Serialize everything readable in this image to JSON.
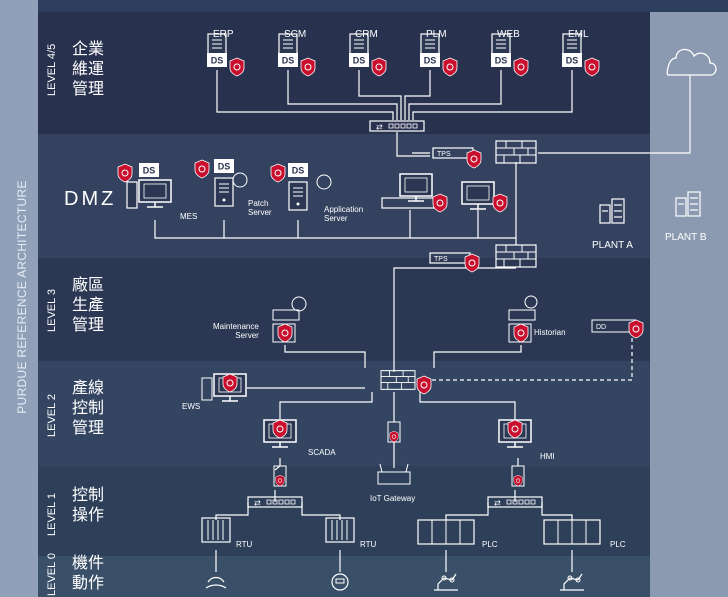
{
  "architecture_label": "PURDUE REFERENCE ARCHITECTURE",
  "levels": [
    {
      "tag": "LEVEL 4/5",
      "zh": "企業\n維運\n管理"
    },
    {
      "tag": "DMZ",
      "zh": ""
    },
    {
      "tag": "LEVEL 3",
      "zh": "廠區\n生產\n管理"
    },
    {
      "tag": "LEVEL 2",
      "zh": "產線\n控制\n管理"
    },
    {
      "tag": "LEVEL 1",
      "zh": "控制\n操作"
    },
    {
      "tag": "LEVEL 0",
      "zh": "機件\n動作"
    }
  ],
  "enterprise_systems": [
    "ERP",
    "SCM",
    "CRM",
    "PLM",
    "WEB",
    "EML"
  ],
  "ds_label": "DS",
  "tps_label": "TPS",
  "dd_label": "DD",
  "dmz_servers": [
    "MES",
    "Patch\nServer",
    "Application\nServer"
  ],
  "level3_servers": [
    "Maintenance\nServer",
    "Historian"
  ],
  "level2_devices": [
    "EWS",
    "SCADA",
    "HMI"
  ],
  "iot_gateway": "IoT Gateway",
  "level1_devices": [
    "RTU",
    "RTU",
    "PLC",
    "PLC"
  ],
  "plants": [
    "PLANT A",
    "PLANT B"
  ],
  "colors": {
    "shield": "#c8102e",
    "band_dark": "#26314d",
    "band_mid": "#2f3f5c",
    "side": "#8b9ab0"
  }
}
